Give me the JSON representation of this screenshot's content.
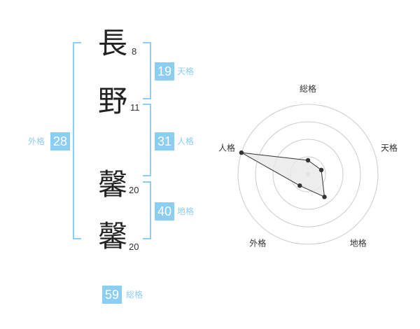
{
  "name": {
    "chars": [
      {
        "char": "長",
        "strokes": "8"
      },
      {
        "char": "野",
        "strokes": "11"
      },
      {
        "char": "馨",
        "strokes": "20"
      },
      {
        "char": "馨",
        "strokes": "20"
      }
    ]
  },
  "fortunes": {
    "tenkaku": {
      "label": "天格",
      "value": "19"
    },
    "jinkaku": {
      "label": "人格",
      "value": "31"
    },
    "chikaku": {
      "label": "地格",
      "value": "40"
    },
    "gaikaku": {
      "label": "外格",
      "value": "28"
    },
    "soukaku": {
      "label": "総格",
      "value": "59"
    }
  },
  "chart_data": {
    "type": "radar",
    "axes": [
      "総格",
      "天格",
      "地格",
      "外格",
      "人格"
    ],
    "values": [
      0.2,
      0.2,
      0.4,
      0.2,
      1.0
    ],
    "rings": 4,
    "colors": {
      "accent": "#8ccdf2",
      "line": "#333333",
      "fill": "#e8e8e8",
      "grid": "#cccccc"
    }
  }
}
